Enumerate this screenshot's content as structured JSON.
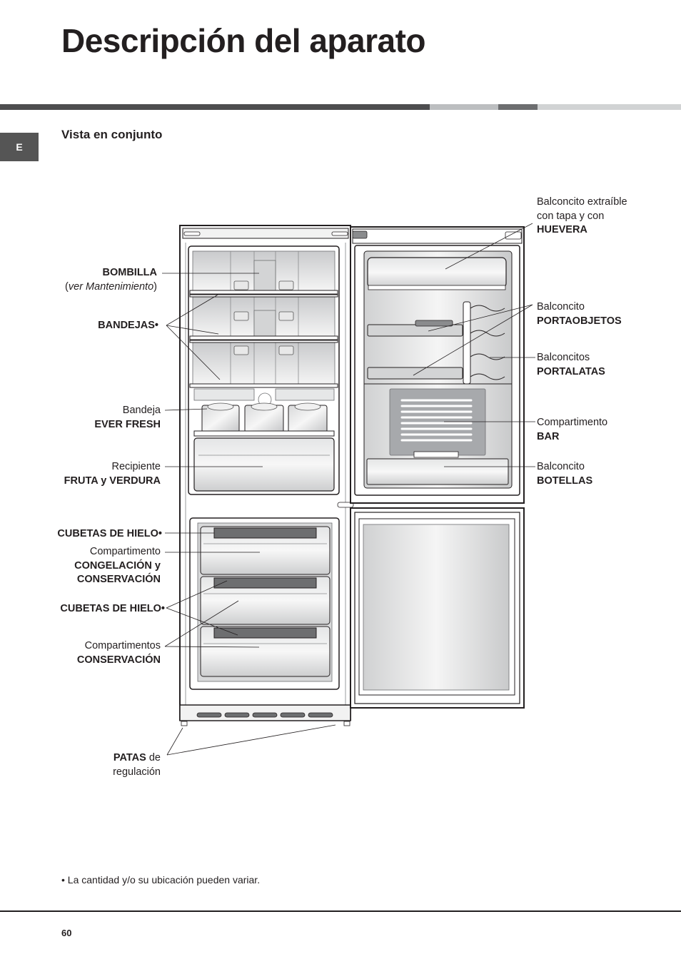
{
  "header": {
    "title": "Descripción del aparato",
    "language_tab": "E",
    "section_title": "Vista en conjunto"
  },
  "left_labels": {
    "bombilla": {
      "bold": "BOMBILLA",
      "note_prefix": "(",
      "note_italic": "ver Mantenimiento",
      "note_suffix": ")"
    },
    "bandejas": {
      "bold": "BANDEJAS•"
    },
    "ever_fresh": {
      "normal": "Bandeja",
      "bold": "EVER FRESH"
    },
    "fruta": {
      "normal": "Recipiente",
      "bold": "FRUTA y VERDURA"
    },
    "cubetas1": {
      "bold": "CUBETAS DE HIELO•"
    },
    "congelacion": {
      "normal": "Compartimento",
      "bold1": "CONGELACIÓN y",
      "bold2": "CONSERVACIÓN"
    },
    "cubetas2": {
      "bold": "CUBETAS DE HIELO•"
    },
    "conservacion": {
      "normal": "Compartimentos",
      "bold": "CONSERVACIÓN"
    },
    "patas": {
      "bold": "PATAS",
      "normal": " de",
      "normal2": "regulación"
    }
  },
  "right_labels": {
    "huevera": {
      "normal1": "Balconcito extraíble",
      "normal2": "con tapa y con",
      "bold": "HUEVERA"
    },
    "portaobjetos": {
      "normal": "Balconcito",
      "bold": "PORTAOBJETOS"
    },
    "portalatas": {
      "normal": "Balconcitos",
      "bold": "PORTALATAS"
    },
    "bar": {
      "normal": "Compartimento",
      "bold": "BAR"
    },
    "botellas": {
      "normal": "Balconcito",
      "bold": "BOTELLAS"
    }
  },
  "footnote": "• La cantidad y/o su ubicación pueden variar.",
  "page_number": "60",
  "colors": {
    "dark_bar": "#4d4d4f",
    "mid_bar": "#6d6e70",
    "light_bar": "#bcbec0",
    "tab": "#555555"
  }
}
